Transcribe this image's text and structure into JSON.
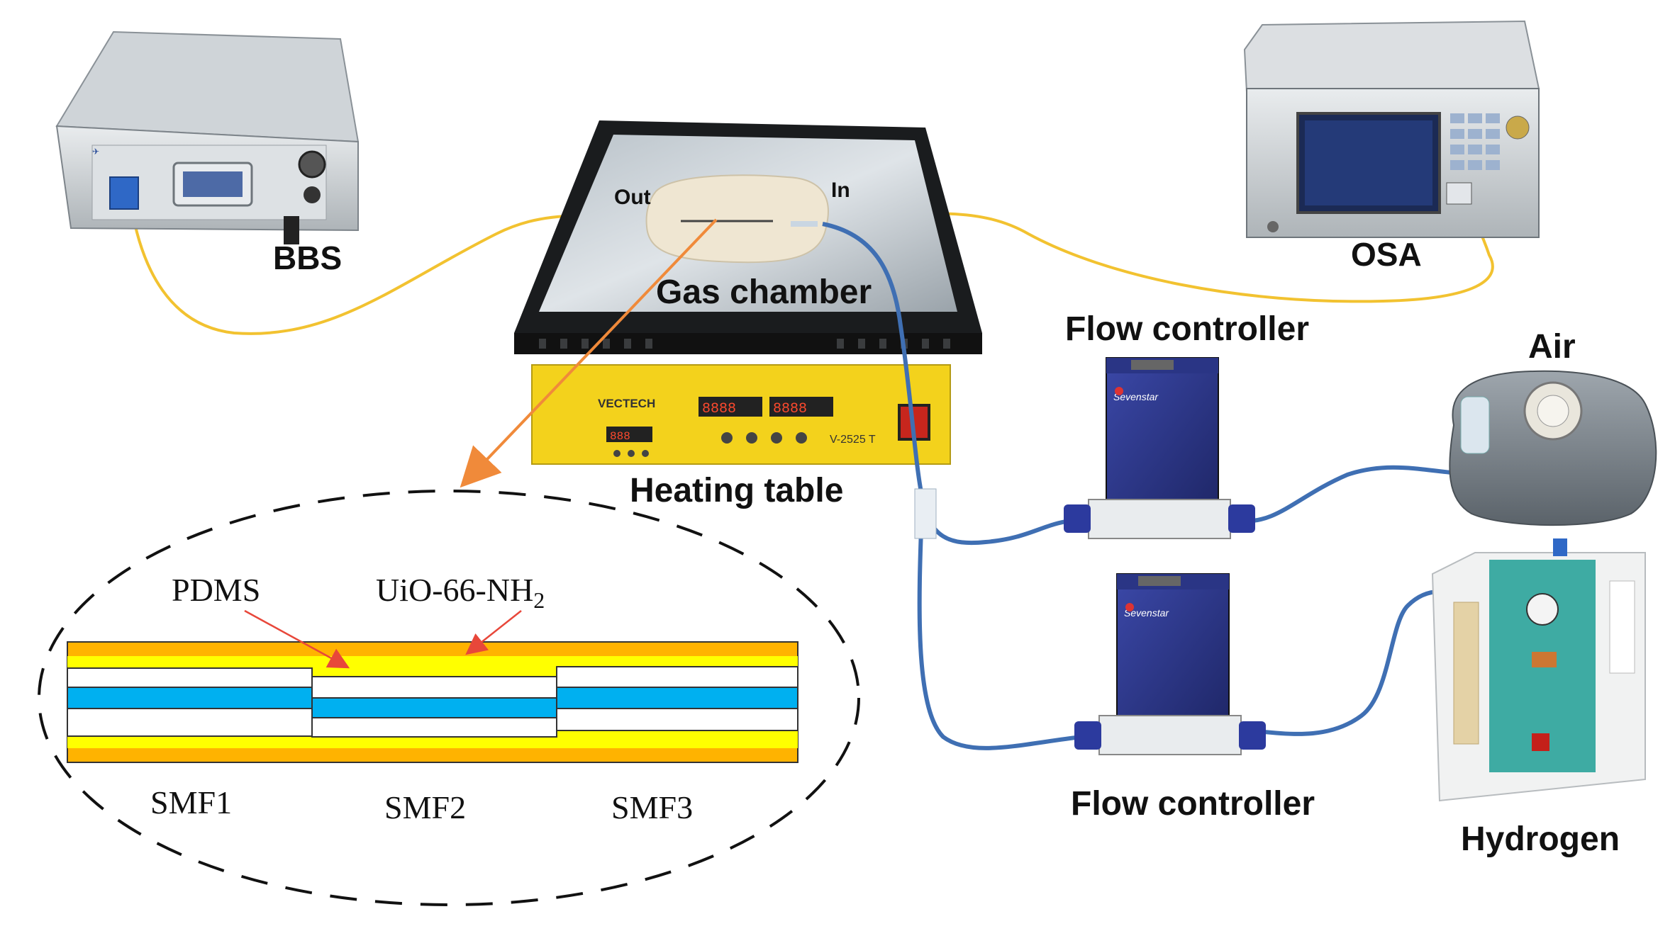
{
  "labels": {
    "bbs": "BBS",
    "osa": "OSA",
    "gas_chamber": "Gas chamber",
    "out": "Out",
    "in": "In",
    "heating_table": "Heating table",
    "flow_controller_top": "Flow controller",
    "flow_controller_bottom": "Flow controller",
    "air": "Air",
    "hydrogen": "Hydrogen"
  },
  "device_text": {
    "vectech": "VECTECH",
    "model": "V-2525 T",
    "display_left": "8888",
    "display_right": "8888",
    "display_small": "888",
    "sevenstar": "Sevenstar"
  },
  "inset": {
    "pdms": "PDMS",
    "uio_main": "UiO-66-NH",
    "uio_sub": "2",
    "smf1": "SMF1",
    "smf2": "SMF2",
    "smf3": "SMF3"
  },
  "colors": {
    "fiber_yellow": "#f2c230",
    "tube_blue": "#3f6fb3",
    "arrow_orange": "#f08a3a",
    "pointer_red": "#e8473a",
    "coating_orange": "#ffb300",
    "coating_yellow": "#ffff00",
    "core_blue": "#00b0f0",
    "heater_yellow": "#f3d21c",
    "controller_blue": "#2a3585"
  }
}
